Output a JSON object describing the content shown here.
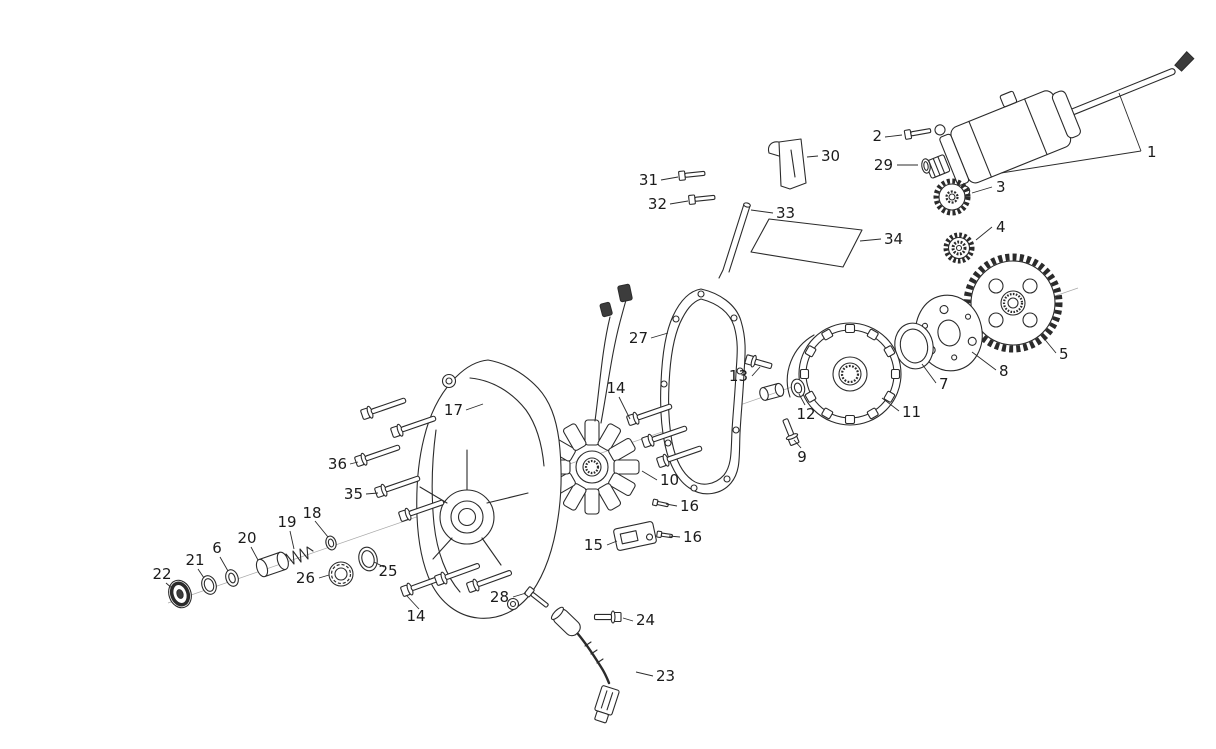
{
  "diagram": {
    "kind": "exploded-parts-diagram",
    "background_color": "#ffffff",
    "line_color": "#2b2b2b"
  },
  "callouts": {
    "c1": "1",
    "c2": "2",
    "c3": "3",
    "c4": "4",
    "c5": "5",
    "c6": "6",
    "c7": "7",
    "c8": "8",
    "c9": "9",
    "c10": "10",
    "c11": "11",
    "c12": "12",
    "c13": "13",
    "c14a": "14",
    "c14b": "14",
    "c15": "15",
    "c16a": "16",
    "c16b": "16",
    "c17": "17",
    "c18": "18",
    "c19": "19",
    "c20": "20",
    "c21": "21",
    "c22": "22",
    "c23": "23",
    "c24": "24",
    "c25": "25",
    "c26": "26",
    "c27": "27",
    "c28": "28",
    "c29": "29",
    "c30": "30",
    "c31": "31",
    "c32": "32",
    "c33": "33",
    "c34": "34",
    "c35": "35",
    "c36": "36"
  }
}
